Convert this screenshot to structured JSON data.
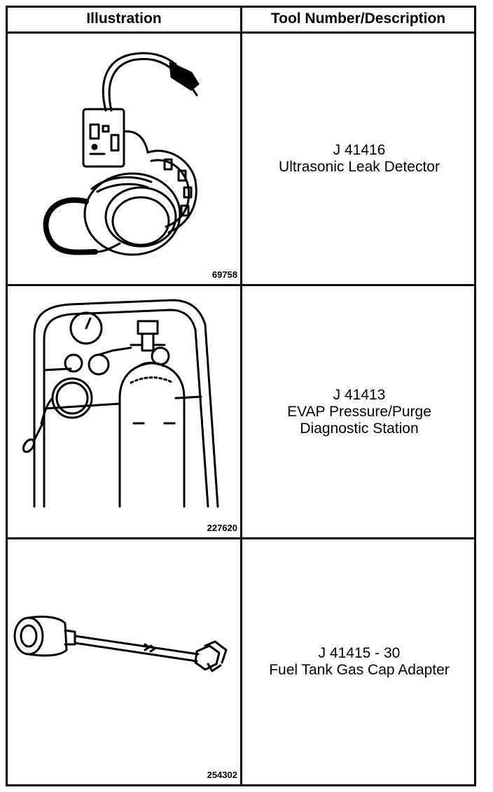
{
  "header": {
    "illustration": "Illustration",
    "tool": "Tool Number/Description"
  },
  "rows": [
    {
      "figure_number": "69758",
      "tool_number": "J 41416",
      "description_lines": [
        "Ultrasonic Leak Detector"
      ],
      "illustration_icon": "headphones-leak-detector-icon"
    },
    {
      "figure_number": "227620",
      "tool_number": "J 41413",
      "description_lines": [
        "EVAP Pressure/Purge",
        "Diagnostic Station"
      ],
      "illustration_icon": "pressure-purge-station-icon"
    },
    {
      "figure_number": "254302",
      "tool_number": "J 41415 - 30",
      "description_lines": [
        "Fuel Tank Gas Cap Adapter"
      ],
      "illustration_icon": "gas-cap-adapter-icon"
    }
  ]
}
